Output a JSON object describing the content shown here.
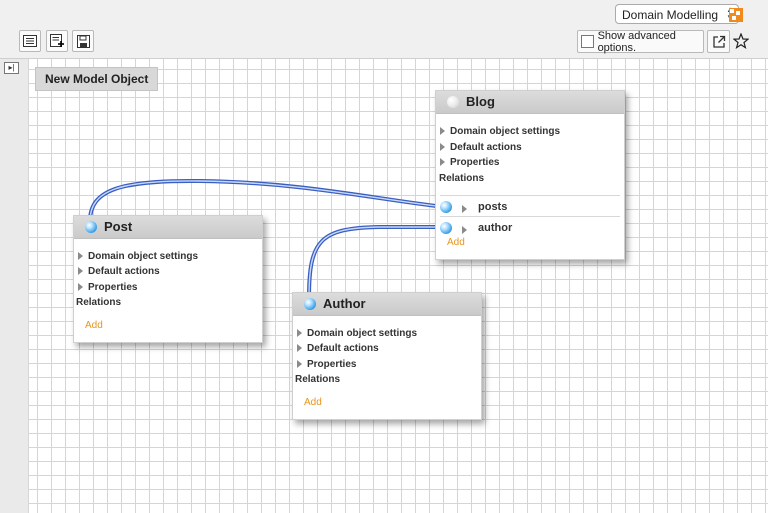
{
  "header": {
    "mode_select": {
      "value": "Domain Modelling"
    },
    "advanced_button": "Show advanced options.",
    "toolbar_icons": [
      "list-icon",
      "add-list-icon",
      "save-icon"
    ]
  },
  "canvas": {
    "new_model_object": "New Model Object"
  },
  "nodes": {
    "blog": {
      "title": "Blog",
      "sections": [
        "Domain object settings",
        "Default actions",
        "Properties"
      ],
      "relations_label": "Relations",
      "relations": [
        "posts",
        "author"
      ],
      "add": "Add"
    },
    "post": {
      "title": "Post",
      "sections": [
        "Domain object settings",
        "Default actions",
        "Properties"
      ],
      "relations_label": "Relations",
      "add": "Add"
    },
    "author": {
      "title": "Author",
      "sections": [
        "Domain object settings",
        "Default actions",
        "Properties"
      ],
      "relations_label": "Relations",
      "add": "Add"
    }
  },
  "colors": {
    "accent": "#e8951e",
    "brand": "#f18a1c",
    "wire": "#4a74d4",
    "endpoint": "#3aa0e8"
  }
}
